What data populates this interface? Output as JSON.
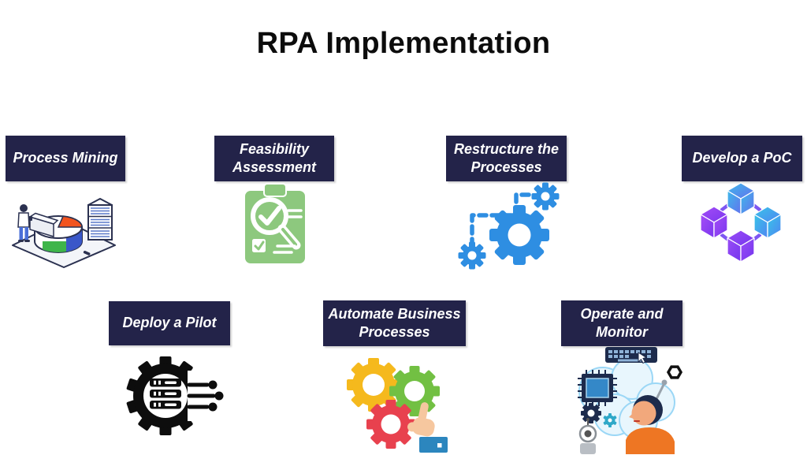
{
  "title": "RPA Implementation",
  "steps": [
    {
      "label": "Process Mining",
      "icon": "process-mining-analytics-illustration"
    },
    {
      "label": "Feasibility Assessment",
      "icon": "clipboard-magnifier-check-icon"
    },
    {
      "label": "Restructure the Processes",
      "icon": "gears-dashed-path-icon"
    },
    {
      "label": "Develop a PoC",
      "icon": "blockchain-cubes-icon"
    },
    {
      "label": "Deploy a Pilot",
      "icon": "gear-server-circuit-icon"
    },
    {
      "label": "Automate Business Processes",
      "icon": "colored-gears-hand-icon"
    },
    {
      "label": "Operate and Monitor",
      "icon": "human-machine-interaction-illustration"
    }
  ],
  "colors": {
    "label_box_bg": "#232349",
    "label_text": "#ffffff",
    "title_text": "#0c0c0c",
    "green_icon": "#8dc87e",
    "blue_icon": "#2e8ee2",
    "black_icon": "#0d0d0d",
    "gear_yellow": "#f5b91d",
    "gear_green": "#72c043",
    "gear_red": "#e8414e",
    "cube_blue": "#3fb9ea",
    "cube_purple": "#8a3ff2",
    "pie_orange": "#f2541f",
    "pie_blue": "#3a57c9",
    "pie_green": "#3eb54a",
    "shirt_orange": "#ee7623",
    "skin": "#f2a87c",
    "navy_dark": "#1d2b4c",
    "cloud_blue": "#9bd7f6"
  }
}
